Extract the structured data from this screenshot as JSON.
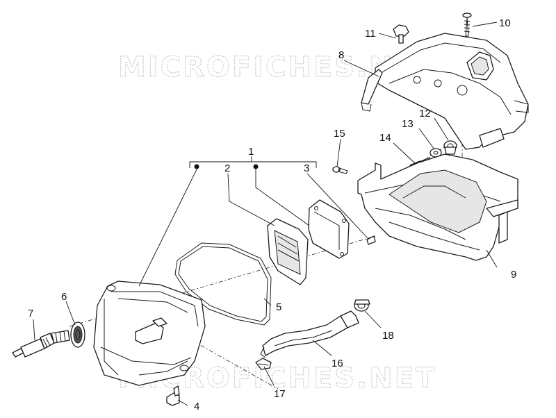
{
  "watermark": {
    "top": "MICROFICHES.NET",
    "bottom": "MICROFICHES.NET"
  },
  "callouts": {
    "c1": "1",
    "c2": "2",
    "c3": "3",
    "c4": "4",
    "c5": "5",
    "c6": "6",
    "c7": "7",
    "c8": "8",
    "c9": "9",
    "c10": "10",
    "c11": "11",
    "c12": "12",
    "c13": "13",
    "c14": "14",
    "c15": "15",
    "c16": "16",
    "c17": "17",
    "c18": "18"
  }
}
